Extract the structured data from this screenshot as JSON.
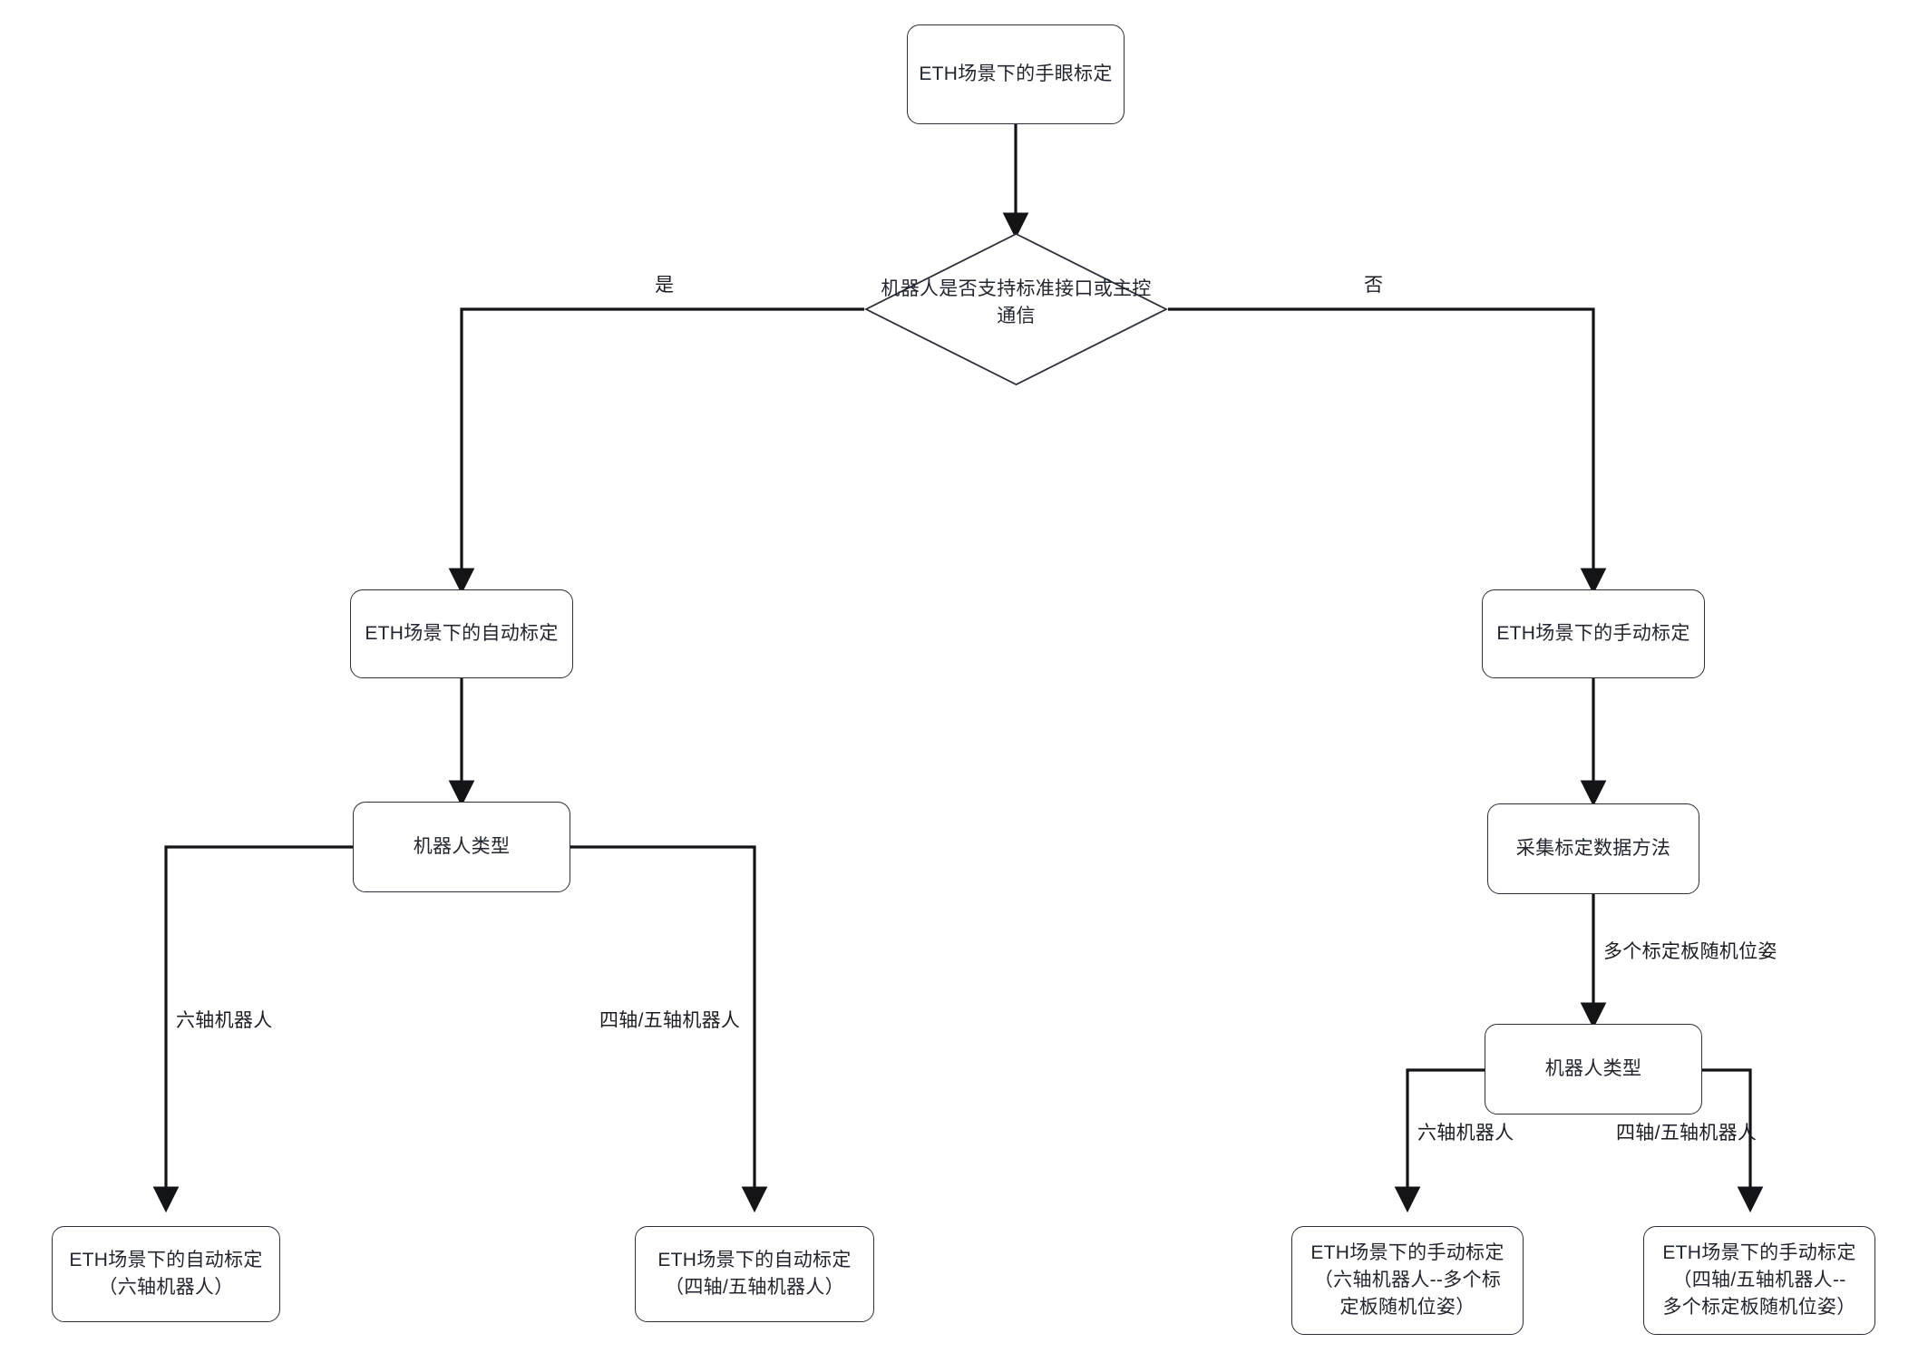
{
  "diagram": {
    "title_node": "ETH场景下的手眼标定",
    "nodes": {
      "root": "ETH场景下的手眼标定",
      "decision": "机器人是否支持标准接口或主控\n通信",
      "auto_calib": "ETH场景下的自动标定",
      "robot_type_left": "机器人类型",
      "auto_six_axis": "ETH场景下的自动标定\n（六轴机器人）",
      "auto_four_five_axis": "ETH场景下的自动标定\n（四轴/五轴机器人）",
      "manual_calib": "ETH场景下的手动标定",
      "collect_method": "采集标定数据方法",
      "robot_type_right": "机器人类型",
      "manual_six_axis": "ETH场景下的手动标定\n（六轴机器人--多个标\n定板随机位姿）",
      "manual_four_five_axis": "ETH场景下的手动标定\n（四轴/五轴机器人--\n多个标定板随机位姿）"
    },
    "edge_labels": {
      "yes": "是",
      "no": "否",
      "left_six_axis": "六轴机器人",
      "left_four_five_axis": "四轴/五轴机器人",
      "multi_board_random_pose": "多个标定板随机位姿",
      "right_six_axis": "六轴机器人",
      "right_four_five_axis": "四轴/五轴机器人"
    },
    "colors": {
      "stroke": "#2b2f38",
      "edge": "#121418",
      "text": "#22262e",
      "background": "#ffffff"
    }
  }
}
